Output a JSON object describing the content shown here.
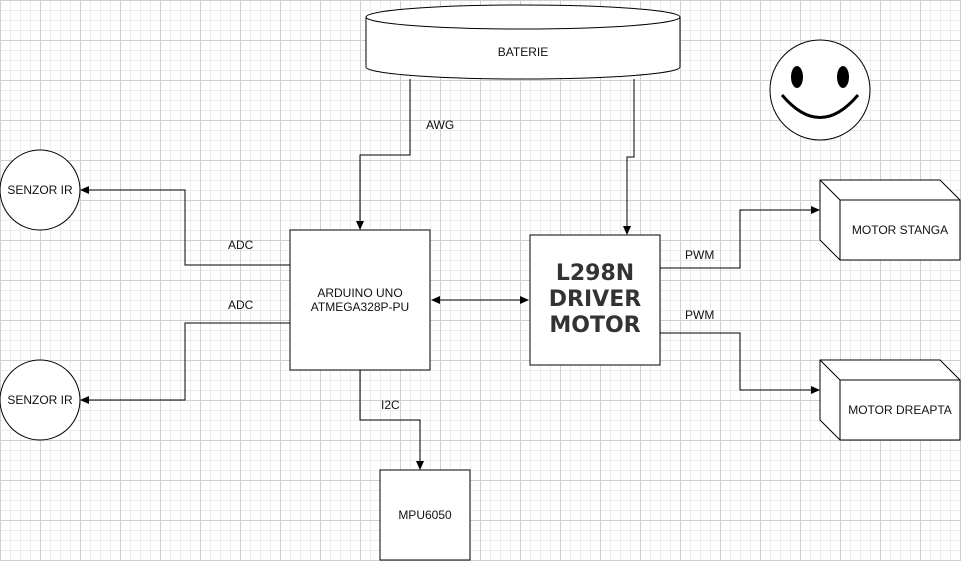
{
  "diagram": {
    "battery": "BATERIE",
    "arduino": [
      "ARDUINO UNO",
      "ATMEGA328P-PU"
    ],
    "driver": [
      "L298N",
      "DRIVER",
      "MOTOR"
    ],
    "sensor_top": "SENZOR IR",
    "sensor_bottom": "SENZOR IR",
    "mpu": "MPU6050",
    "motor_left": "MOTOR STANGA",
    "motor_right": "MOTOR DREAPTA",
    "edges": {
      "awg": "AWG",
      "adc_top": "ADC",
      "adc_bottom": "ADC",
      "i2c": "I2C",
      "pwm_top": "PWM",
      "pwm_bottom": "PWM"
    }
  }
}
